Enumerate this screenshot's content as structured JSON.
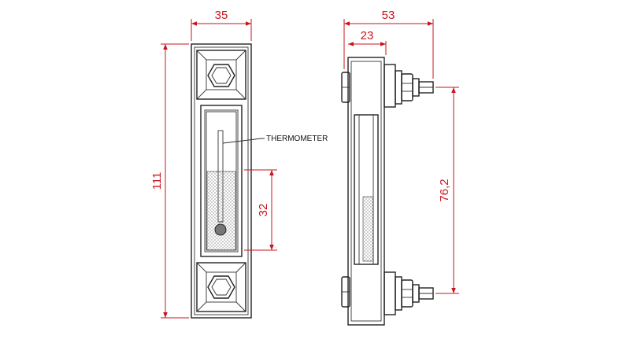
{
  "labels": {
    "thermometer": "THERMOMETER"
  },
  "dimensions": {
    "front_width": "35",
    "front_height": "111",
    "window_height": "32",
    "side_width": "53",
    "side_body_width": "23",
    "stud_spacing": "76,2"
  },
  "colors": {
    "dimension": "#c8141e",
    "outline": "#222222",
    "liquid_dots": "#555555"
  }
}
